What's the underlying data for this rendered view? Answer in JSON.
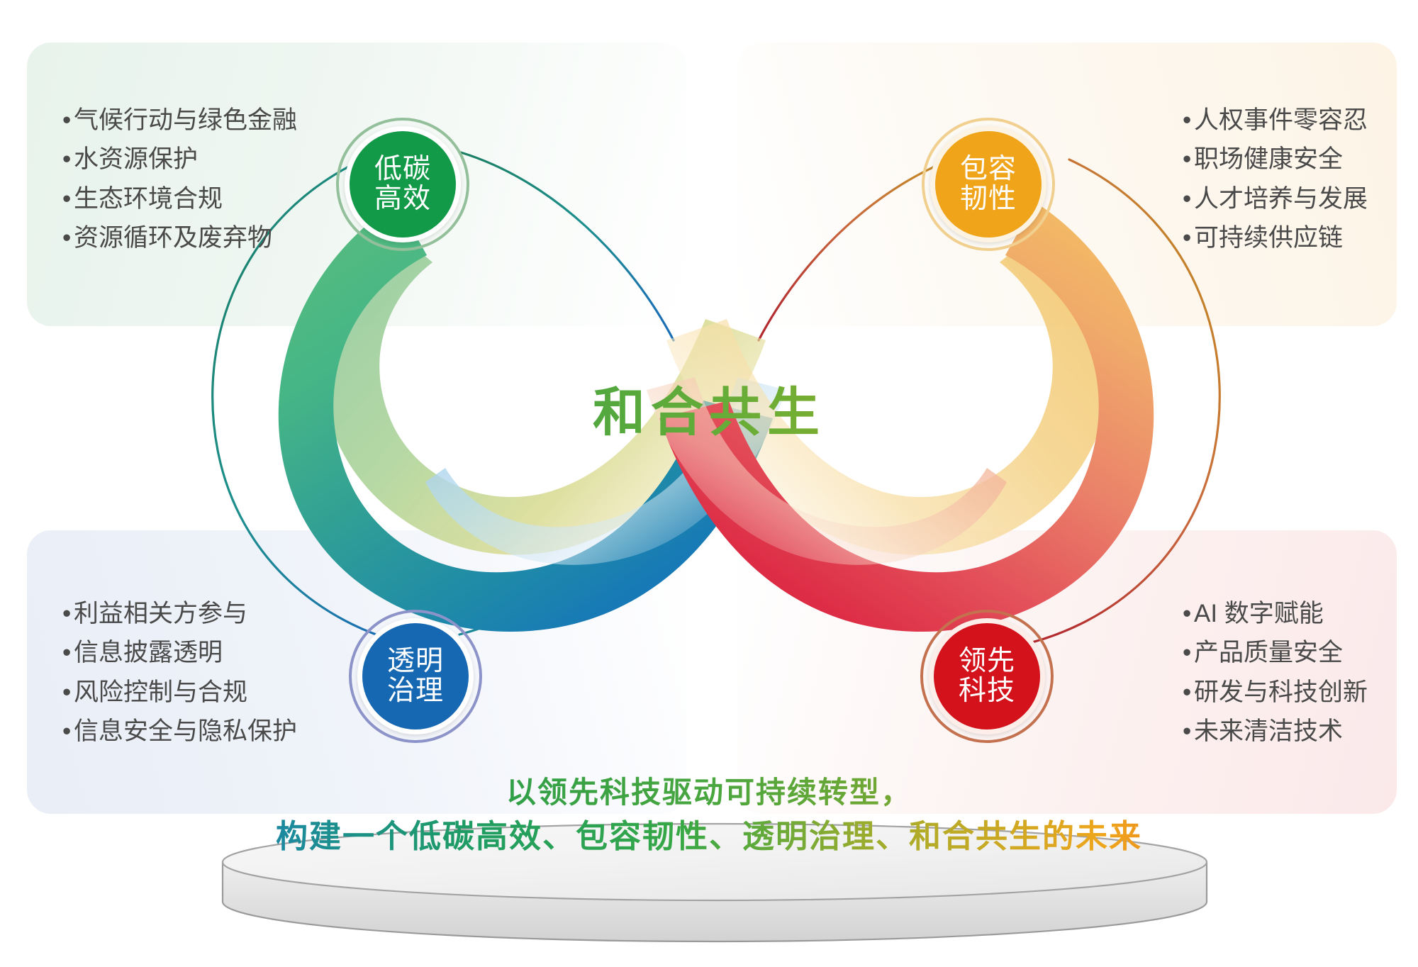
{
  "center": {
    "title": "和合共生"
  },
  "pillars": [
    {
      "id": "low-carbon",
      "badge_line1": "低碳",
      "badge_line2": "高效",
      "color": "#129A48",
      "ring_color": "#93bf9a",
      "panel_color": "#e8f3ec",
      "items": [
        "气候行动与绿色金融",
        "水资源保护",
        "生态环境合规",
        "资源循环及废弃物"
      ]
    },
    {
      "id": "inclusive-resilient",
      "badge_line1": "包容",
      "badge_line2": "韧性",
      "color": "#F0A419",
      "ring_color": "#f0cf8f",
      "panel_color": "#fdf4e6",
      "items": [
        "人权事件零容忍",
        "职场健康安全",
        "人才培养与发展",
        "可持续供应链"
      ]
    },
    {
      "id": "transparent-governance",
      "badge_line1": "透明",
      "badge_line2": "治理",
      "color": "#1668B3",
      "ring_color": "#8c93c8",
      "panel_color": "#e9eef7",
      "items": [
        "利益相关方参与",
        "信息披露透明",
        "风险控制与合规",
        "信息安全与隐私保护"
      ]
    },
    {
      "id": "leading-technology",
      "badge_line1": "领先",
      "badge_line2": "科技",
      "color": "#D4121C",
      "ring_color": "#c4714f",
      "panel_color": "#fbe9ea",
      "items": [
        "AI 数字赋能",
        "产品质量安全",
        "研发与科技创新",
        "未来清洁技术"
      ]
    }
  ],
  "caption": {
    "line1": "以领先科技驱动可持续转型，",
    "line2": "构建一个低碳高效、包容韧性、透明治理、和合共生的未来"
  },
  "bullet_marker": "•"
}
